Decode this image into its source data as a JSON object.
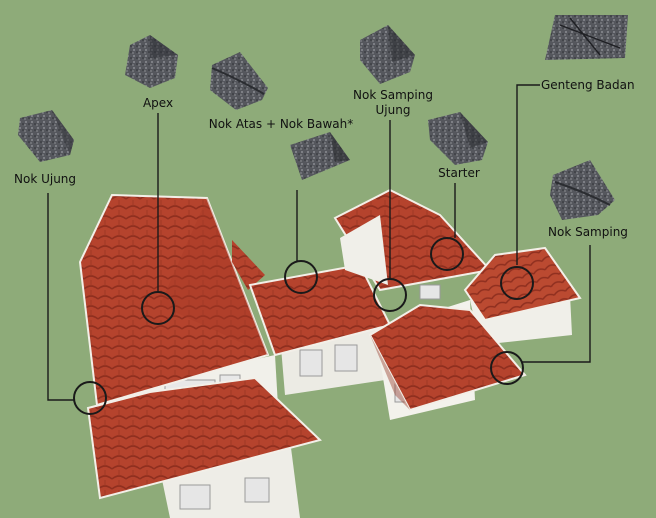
{
  "colors": {
    "background": "#8eab79",
    "roof_tile": "#b5432d",
    "roof_tile_dark": "#8f2f1f",
    "wall": "#f1f0ea",
    "leader_line": "#1a1a1a",
    "tile_sample": "#4a4c52"
  },
  "labels": {
    "nok_ujung": "Nok Ujung",
    "apex": "Apex",
    "nok_atas_bawah": "Nok Atas + Nok Bawah*",
    "nok_samping_ujung_line1": "Nok Samping",
    "nok_samping_ujung_line2": "Ujung",
    "starter": "Starter",
    "genteng_badan": "Genteng Badan",
    "nok_samping": "Nok Samping"
  }
}
